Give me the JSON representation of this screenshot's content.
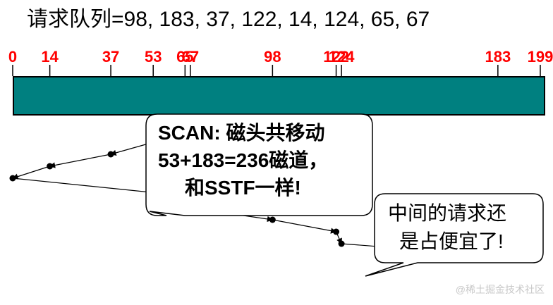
{
  "title": "请求队列=98, 183, 37, 122, 14, 124, 65, 67",
  "ticks": [
    "0",
    "14",
    "37",
    "53",
    "65",
    "67",
    "98",
    "122",
    "124",
    "183",
    "199"
  ],
  "scan_path": [
    53,
    37,
    14,
    0,
    65,
    67,
    98,
    122,
    124,
    183
  ],
  "callout_scan": {
    "line1": "SCAN: 磁头共移动",
    "line2": "53+183=236磁道，",
    "line3": "和SSTF一样!"
  },
  "callout_middle": {
    "line1": "中间的请求还",
    "line2": "是占便宜了!"
  },
  "watermark": "@稀土掘金技术社区",
  "colors": {
    "bar": "#008080",
    "tick_label": "#ff0000",
    "path": "#000000"
  }
}
